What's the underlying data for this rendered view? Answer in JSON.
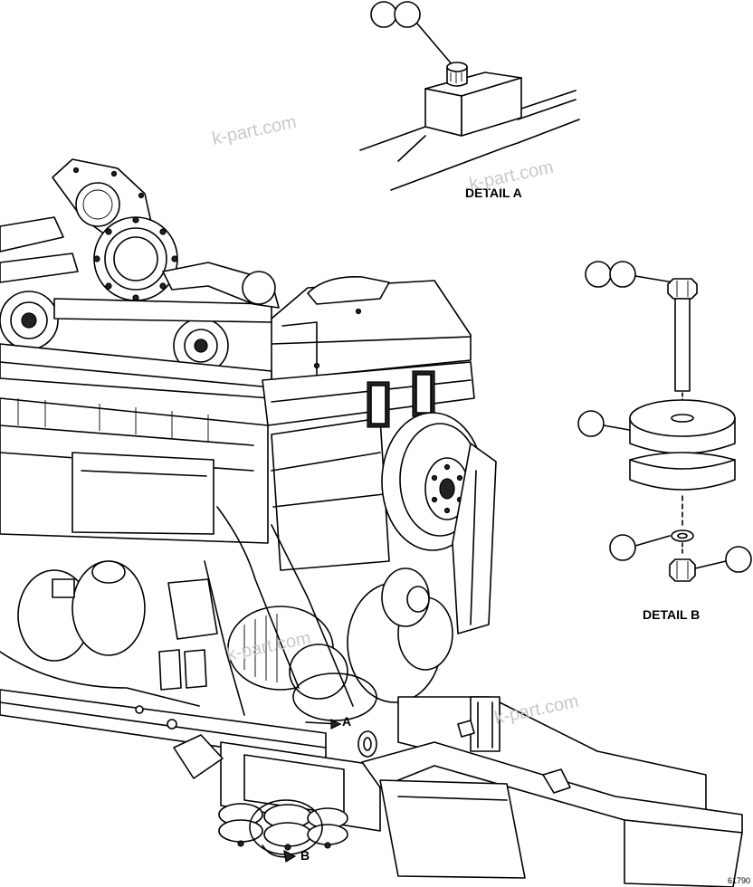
{
  "detail_a_label": "DETAIL A",
  "detail_b_label": "DETAIL B",
  "view_a_label": "A",
  "view_b_label": "B",
  "drawing_number": "61790",
  "watermark": "k-part.com"
}
